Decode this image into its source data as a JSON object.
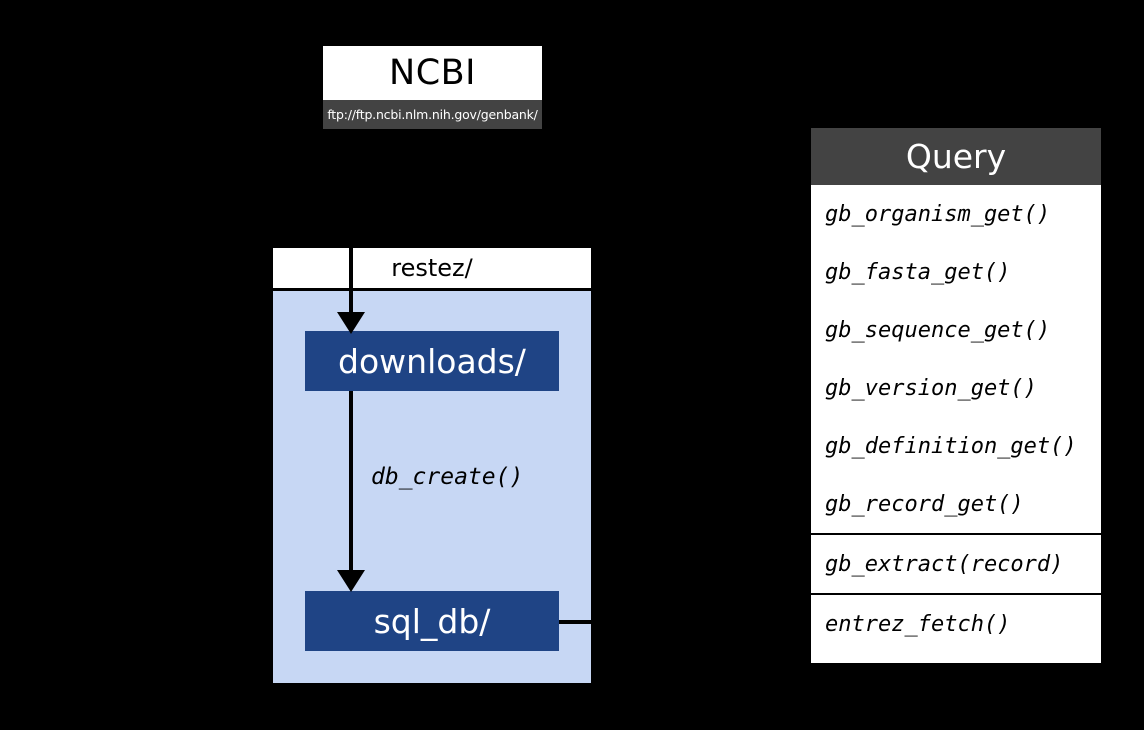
{
  "source": {
    "name": "NCBI",
    "url": "ftp://ftp.ncbi.nlm.nih.gov/genbank/"
  },
  "package": {
    "title": "restez/",
    "directories": [
      {
        "label": "downloads/"
      },
      {
        "label": "sql_db/"
      }
    ],
    "edges": [
      {
        "label": "db_create()"
      }
    ]
  },
  "query": {
    "title": "Query",
    "groups": [
      {
        "items": [
          "gb_organism_get()",
          "gb_fasta_get()",
          "gb_sequence_get()",
          "gb_version_get()",
          "gb_definition_get()",
          "gb_record_get()"
        ]
      },
      {
        "items": [
          "gb_extract(record)"
        ]
      },
      {
        "items": [
          "entrez_fetch()"
        ]
      }
    ]
  },
  "colors": {
    "background": "#000000",
    "panel_header": "#434343",
    "container_body": "#c7d7f4",
    "dir_box": "#1f4485",
    "panel_body": "#ffffff",
    "line": "#000000"
  }
}
